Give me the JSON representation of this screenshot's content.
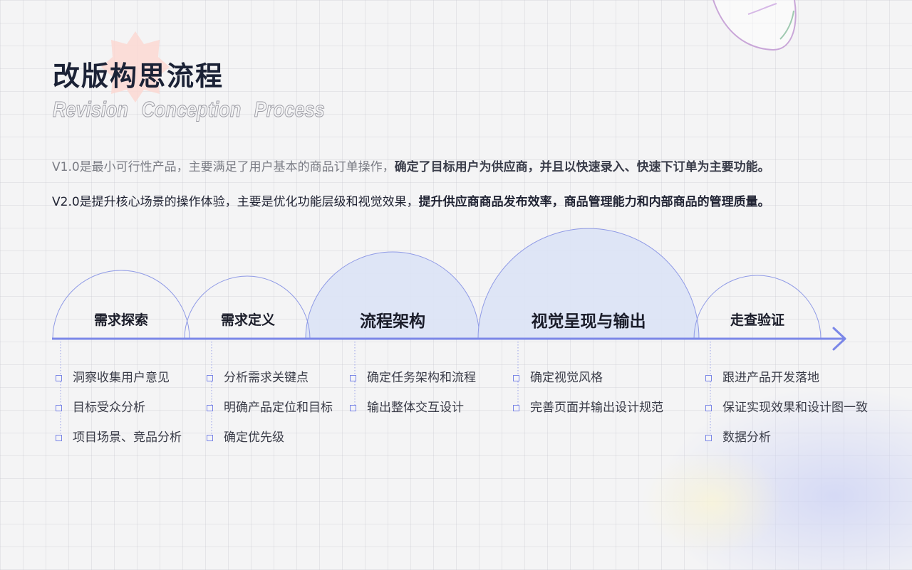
{
  "header": {
    "title": "改版构思流程",
    "subtitle": "Revision Conception Process"
  },
  "description": {
    "v1": {
      "normal": "V1.0是最小可行性产品，主要满足了用户基本的商品订单操作，",
      "bold": "确定了目标用户为供应商，并且以快速录入、快速下订单为主要功能。"
    },
    "v2": {
      "normal": "V2.0是提升核心场景的操作体验，主要是优化功能层级和视觉效果，",
      "bold": "提升供应商商品发布效率，商品管理能力和内部商品的管理质量。"
    }
  },
  "colors": {
    "accent": "#7b87e8",
    "arc_fill": "#dbe3f6",
    "title": "#1b2236"
  },
  "stages": [
    {
      "label": "需求探索",
      "items": [
        "洞察收集用户意见",
        "目标受众分析",
        "项目场景、竞品分析"
      ]
    },
    {
      "label": "需求定义",
      "items": [
        "分析需求关键点",
        "明确产品定位和目标",
        "确定优先级"
      ]
    },
    {
      "label": "流程架构",
      "items": [
        "确定任务架构和流程",
        "输出整体交互设计"
      ]
    },
    {
      "label": "视觉呈现与输出",
      "items": [
        "确定视觉风格",
        "完善页面并输出设计规范"
      ]
    },
    {
      "label": "走查验证",
      "items": [
        "跟进产品开发落地",
        "保证实现效果和设计图一致",
        "数据分析"
      ]
    }
  ]
}
